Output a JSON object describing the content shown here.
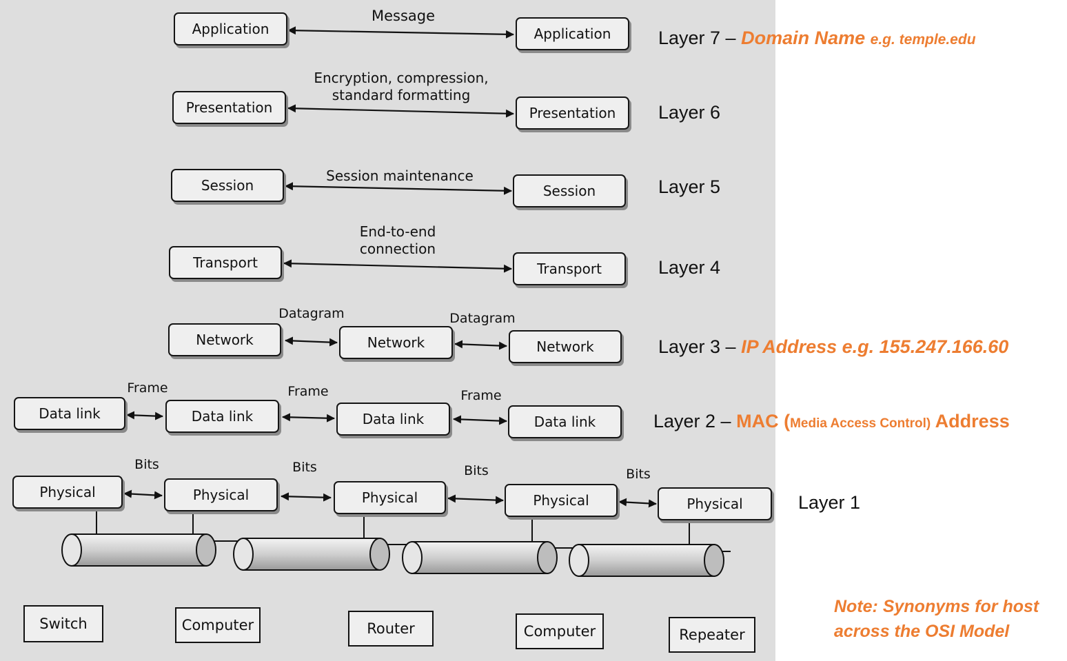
{
  "diagram": {
    "protocols": {
      "message": "Message",
      "encryption": "Encryption, compression,\nstandard formatting",
      "session_maintenance": "Session maintenance",
      "end_to_end": "End-to-end\nconnection",
      "datagram": "Datagram",
      "frame": "Frame",
      "bits": "Bits"
    },
    "layer_names": {
      "application": "Application",
      "presentation": "Presentation",
      "session": "Session",
      "transport": "Transport",
      "network": "Network",
      "data_link": "Data link",
      "physical": "Physical"
    },
    "devices": [
      "Switch",
      "Computer",
      "Router",
      "Computer",
      "Repeater"
    ]
  },
  "annotations": {
    "layer7": {
      "label": "Layer 7 – ",
      "highlight": "Domain Name",
      "example": "e.g. temple.edu"
    },
    "layer6": {
      "label": "Layer 6"
    },
    "layer5": {
      "label": "Layer 5"
    },
    "layer4": {
      "label": "Layer 4"
    },
    "layer3": {
      "label": "Layer 3 – ",
      "highlight": "IP Address e.g.  155.247.166.60"
    },
    "layer2": {
      "label": "Layer 2 – ",
      "highlight": "MAC (",
      "detail": "Media Access Control)",
      "tail": " Address"
    },
    "layer1": {
      "label": "Layer 1"
    },
    "note": {
      "line1": "Note: Synonyms for host",
      "line2": "across the OSI Model"
    }
  },
  "colors": {
    "accent": "#ed7d31",
    "scan_background": "#dedede",
    "text": "#111111"
  }
}
